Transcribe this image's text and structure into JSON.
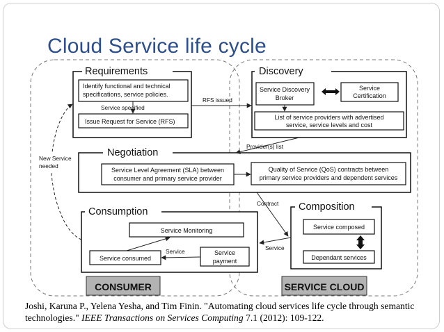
{
  "title": "Cloud Service life cycle",
  "groups": {
    "consumer_label": "CONSUMER",
    "service_cloud_label": "SERVICE CLOUD"
  },
  "phases": {
    "requirements": {
      "title": "Requirements",
      "box1": [
        "Identify functional and technical",
        "specifications, service policies."
      ],
      "box2": "Issue  Request for Service (RFS)",
      "arrow_label": "Service specified"
    },
    "discovery": {
      "title": "Discovery",
      "broker": [
        "Service Discovery",
        "Broker"
      ],
      "certification": [
        "Service",
        "Certification"
      ],
      "list": [
        "List of service providers with advertised",
        "service, service levels and cost"
      ]
    },
    "negotiation": {
      "title": "Negotiation",
      "sla": [
        "Service Level Agreement  (SLA)  between",
        "consumer and primary service provider"
      ],
      "qos": [
        "Quality of Service (QoS) contracts between",
        "primary service providers and  dependent services"
      ]
    },
    "consumption": {
      "title": "Consumption",
      "monitoring": "Service Monitoring",
      "consumed": "Service consumed",
      "payment": [
        "Service",
        "payment"
      ],
      "service_label": "Service"
    },
    "composition": {
      "title": "Composition",
      "composed": "Service composed",
      "dependant": "Dependant services"
    }
  },
  "flow_labels": {
    "rfs_issued": "RFS issued",
    "providers_list": "Provider(s) list",
    "contract": "Contract",
    "service": "Service",
    "new_service_needed": [
      "New Service",
      "needed"
    ]
  },
  "citation": {
    "authors": "Joshi, Karuna P., Yelena Yesha, and Tim Finin. \"Automating cloud services life cycle through semantic technologies.\" ",
    "journal": "IEEE Transactions on Services Computing",
    "details": " 7.1 (2012): 109-122."
  }
}
